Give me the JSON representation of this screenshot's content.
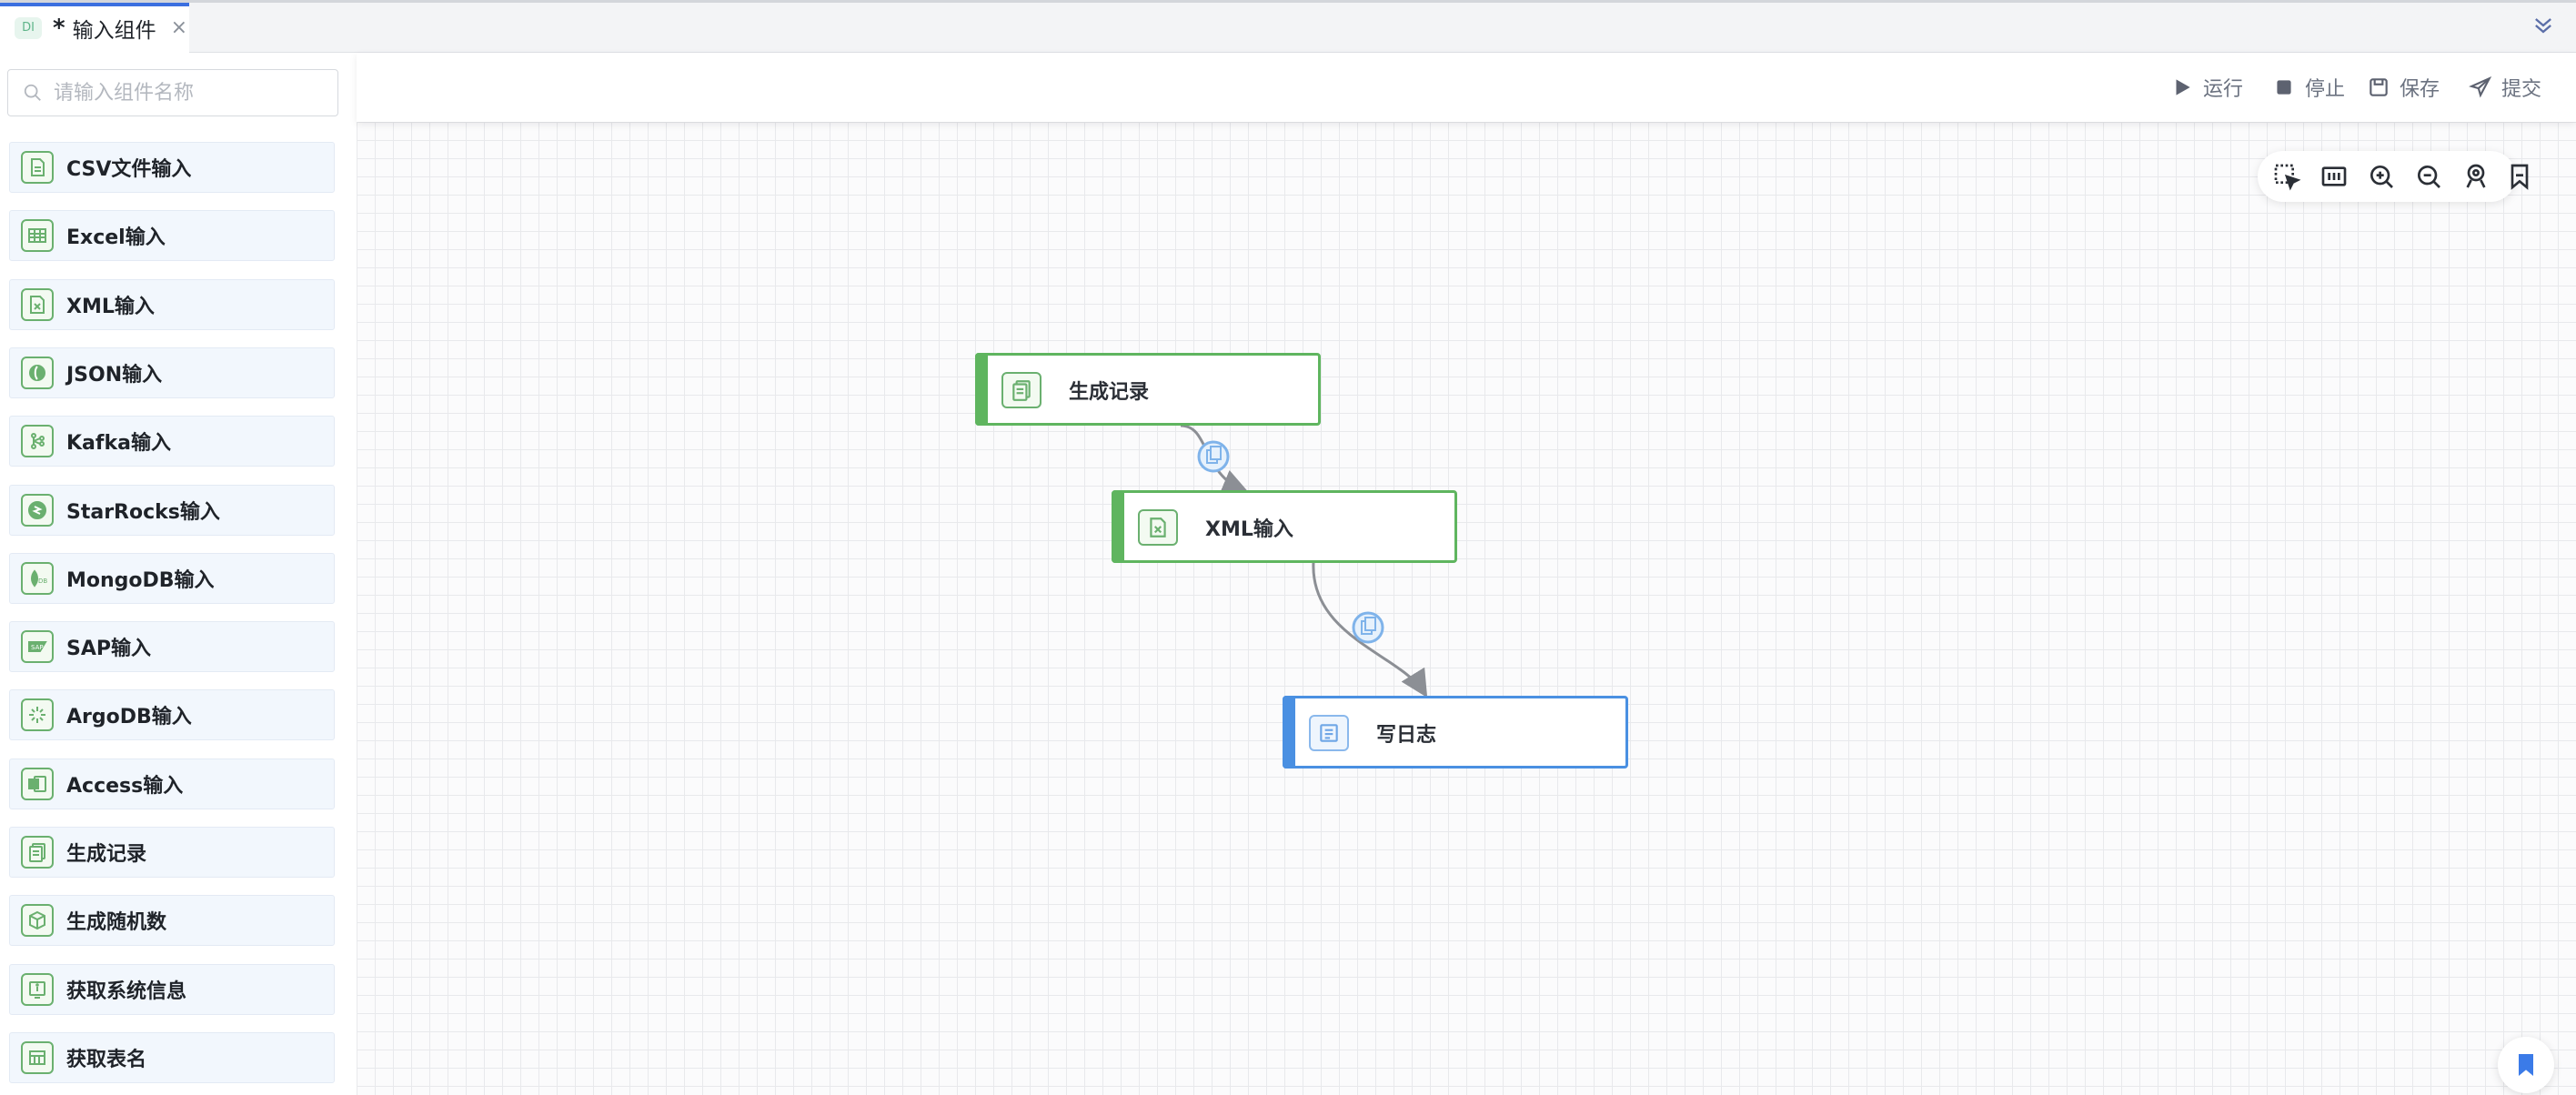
{
  "tab": {
    "badge": "DI",
    "modified_marker": "*",
    "title": "输入组件"
  },
  "sidebar": {
    "search_placeholder": "请输入组件名称",
    "components": [
      {
        "label": "CSV文件输入",
        "icon": "csv-file-icon"
      },
      {
        "label": "Excel输入",
        "icon": "excel-table-icon"
      },
      {
        "label": "XML输入",
        "icon": "xml-file-icon"
      },
      {
        "label": "JSON输入",
        "icon": "json-icon"
      },
      {
        "label": "Kafka输入",
        "icon": "kafka-icon"
      },
      {
        "label": "StarRocks输入",
        "icon": "starrocks-icon"
      },
      {
        "label": "MongoDB输入",
        "icon": "mongodb-icon"
      },
      {
        "label": "SAP输入",
        "icon": "sap-icon"
      },
      {
        "label": "ArgoDB输入",
        "icon": "argodb-icon"
      },
      {
        "label": "Access输入",
        "icon": "access-icon"
      },
      {
        "label": "生成记录",
        "icon": "generate-records-icon"
      },
      {
        "label": "生成随机数",
        "icon": "random-cube-icon"
      },
      {
        "label": "获取系统信息",
        "icon": "system-info-icon"
      },
      {
        "label": "获取表名",
        "icon": "table-name-icon"
      }
    ]
  },
  "toolbar": {
    "run": "运行",
    "stop": "停止",
    "save": "保存",
    "submit": "提交"
  },
  "canvas": {
    "nodes": [
      {
        "label": "生成记录",
        "icon": "generate-records-icon",
        "color": "#5fb55f"
      },
      {
        "label": "XML输入",
        "icon": "xml-file-icon",
        "color": "#5fb55f"
      },
      {
        "label": "写日志",
        "icon": "write-log-icon",
        "color": "#4a90e2"
      }
    ],
    "zoom_tools": [
      "select-area-icon",
      "fit-view-icon",
      "zoom-in-icon",
      "zoom-out-icon",
      "locate-icon",
      "bookmark-icon"
    ]
  },
  "colors": {
    "accent": "#3b6fe0",
    "node_green": "#5fb55f",
    "node_blue": "#4a90e2",
    "edge": "#8c8f95",
    "edge_badge": "#7fb3ea"
  }
}
